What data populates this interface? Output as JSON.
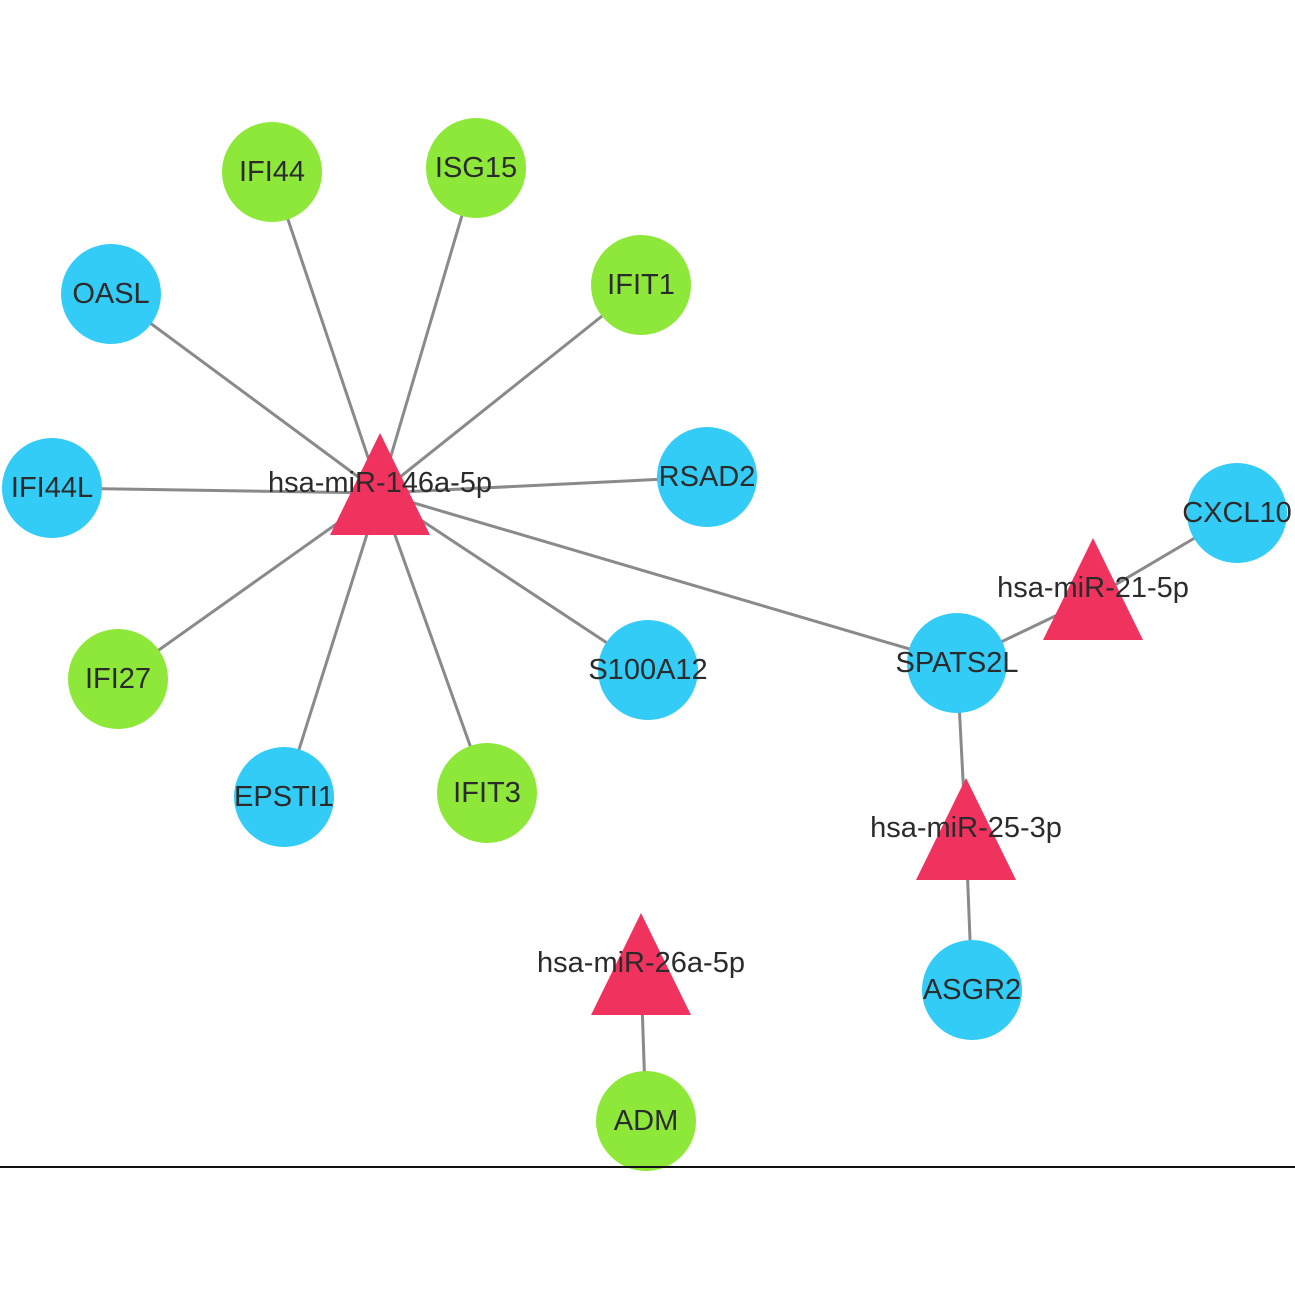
{
  "colors": {
    "mirna": "#f0325e",
    "gene_blue": "#33ccf7",
    "gene_green": "#8ee83a",
    "edge": "#8a8a8a"
  },
  "nodes": {
    "mir146a": {
      "label": "hsa-miR-146a-5p",
      "kind": "mirna"
    },
    "mir21": {
      "label": "hsa-miR-21-5p",
      "kind": "mirna"
    },
    "mir25": {
      "label": "hsa-miR-25-3p",
      "kind": "mirna"
    },
    "mir26a": {
      "label": "hsa-miR-26a-5p",
      "kind": "mirna"
    },
    "ifi44": {
      "label": "IFI44",
      "kind": "gene_green"
    },
    "isg15": {
      "label": "ISG15",
      "kind": "gene_green"
    },
    "ifit1": {
      "label": "IFIT1",
      "kind": "gene_green"
    },
    "oasl": {
      "label": "OASL",
      "kind": "gene_blue"
    },
    "ifi44l": {
      "label": "IFI44L",
      "kind": "gene_blue"
    },
    "rsad2": {
      "label": "RSAD2",
      "kind": "gene_blue"
    },
    "ifi27": {
      "label": "IFI27",
      "kind": "gene_green"
    },
    "epsti1": {
      "label": "EPSTI1",
      "kind": "gene_blue"
    },
    "ifit3": {
      "label": "IFIT3",
      "kind": "gene_green"
    },
    "s100a12": {
      "label": "S100A12",
      "kind": "gene_blue"
    },
    "spats2l": {
      "label": "SPATS2L",
      "kind": "gene_blue"
    },
    "cxcl10": {
      "label": "CXCL10",
      "kind": "gene_blue"
    },
    "asgr2": {
      "label": "ASGR2",
      "kind": "gene_blue"
    },
    "adm": {
      "label": "ADM",
      "kind": "gene_green"
    }
  },
  "edges": [
    [
      "mir146a",
      "ifi44"
    ],
    [
      "mir146a",
      "isg15"
    ],
    [
      "mir146a",
      "ifit1"
    ],
    [
      "mir146a",
      "oasl"
    ],
    [
      "mir146a",
      "ifi44l"
    ],
    [
      "mir146a",
      "rsad2"
    ],
    [
      "mir146a",
      "ifi27"
    ],
    [
      "mir146a",
      "epsti1"
    ],
    [
      "mir146a",
      "ifit3"
    ],
    [
      "mir146a",
      "s100a12"
    ],
    [
      "mir146a",
      "spats2l"
    ],
    [
      "mir21",
      "spats2l"
    ],
    [
      "mir21",
      "cxcl10"
    ],
    [
      "mir25",
      "spats2l"
    ],
    [
      "mir25",
      "asgr2"
    ],
    [
      "mir26a",
      "adm"
    ]
  ]
}
